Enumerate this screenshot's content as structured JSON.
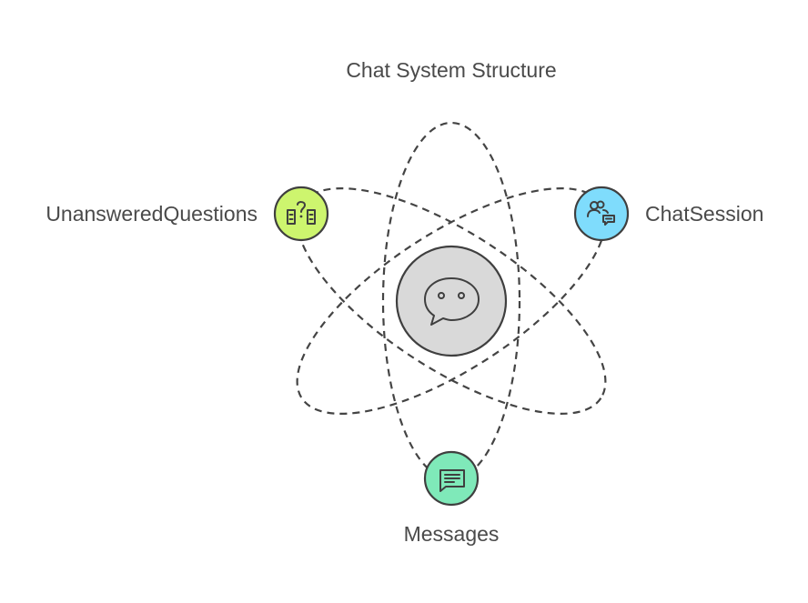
{
  "title": "Chat System Structure",
  "center": {
    "icon": "chat-bubble-icon",
    "color": "#d9d9d9"
  },
  "nodes": [
    {
      "id": "unanswered-questions",
      "label": "UnansweredQuestions",
      "icon": "question-documents-icon",
      "color": "#cdf56e"
    },
    {
      "id": "chat-session",
      "label": "ChatSession",
      "icon": "users-chat-icon",
      "color": "#7fdcfc"
    },
    {
      "id": "messages",
      "label": "Messages",
      "icon": "message-icon",
      "color": "#7fe9b9"
    }
  ]
}
